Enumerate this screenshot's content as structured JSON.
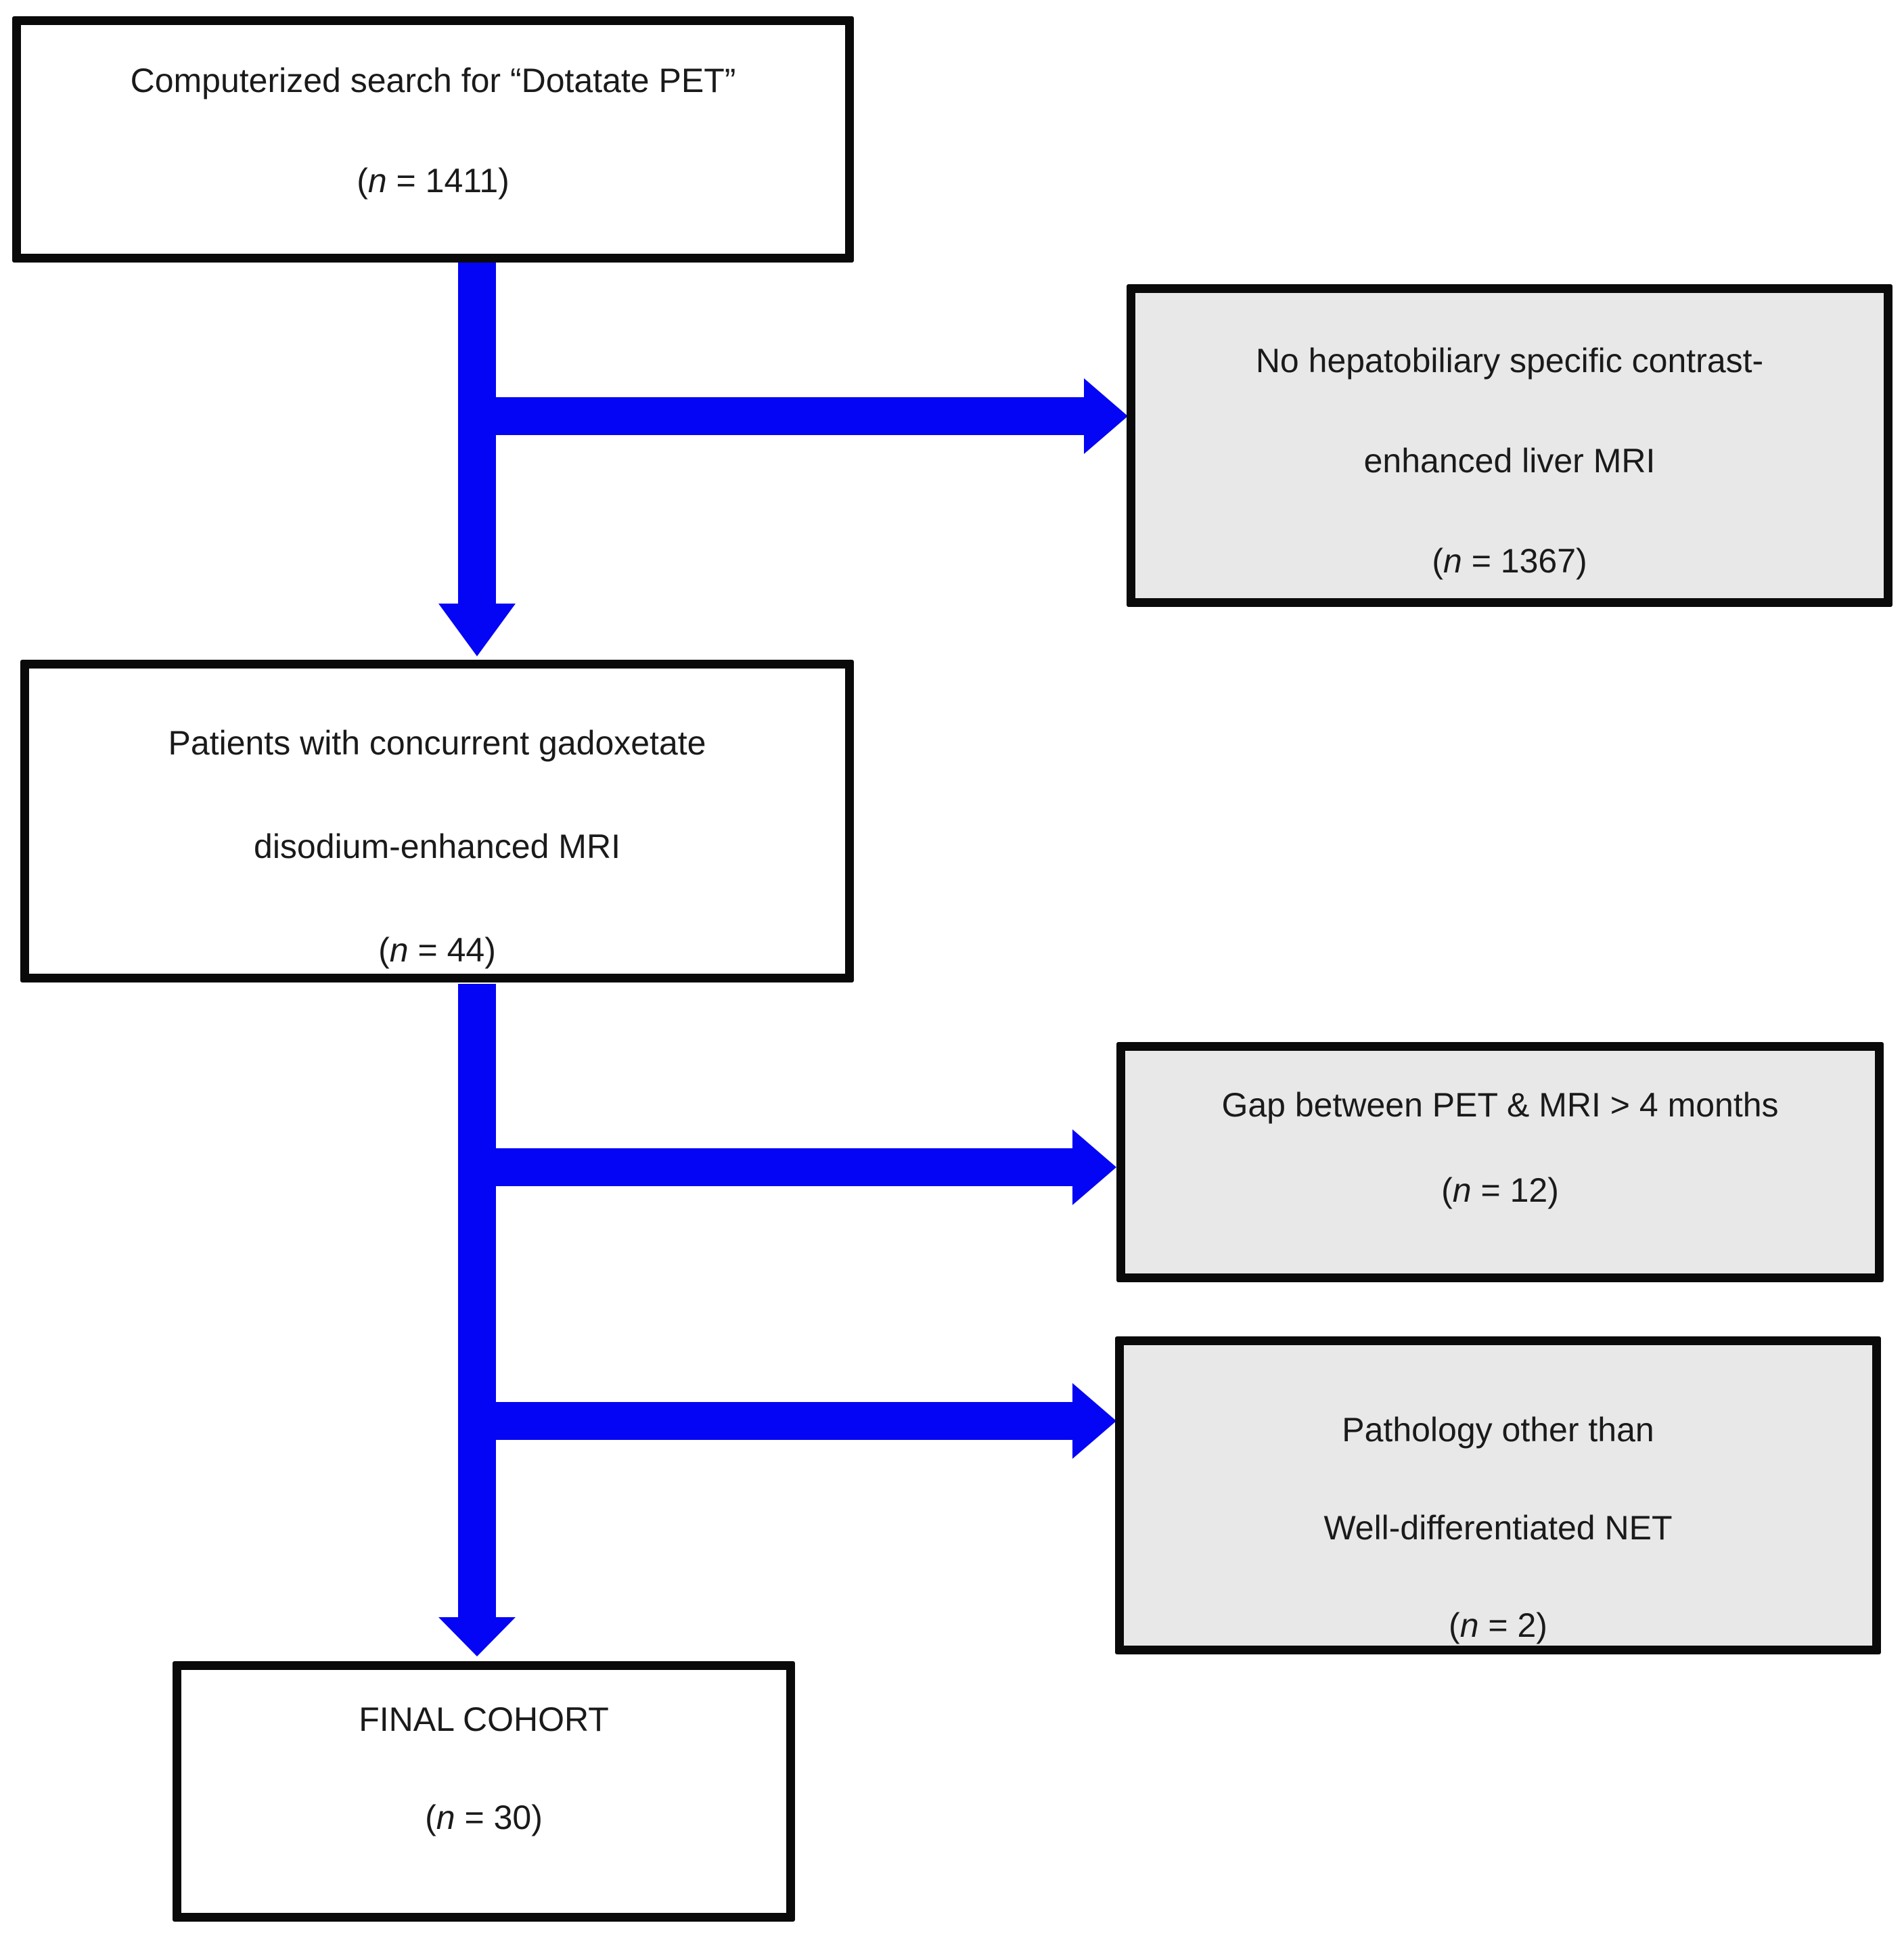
{
  "figure": {
    "kind": "patient-selection-flowchart"
  },
  "colors": {
    "arrow": "#0505f5",
    "box_border": "#0a0a0a",
    "included_box_fill": "#ffffff",
    "excluded_box_fill": "#e8e8e8",
    "text": "#1a1a1a"
  },
  "boxes": {
    "search": {
      "lines": [
        "Computerized search for “Dotatate PET”"
      ],
      "n_text": "(n = 1411)"
    },
    "no_hepatobiliary": {
      "lines": [
        "No hepatobiliary specific contrast-",
        "enhanced liver MRI"
      ],
      "n_text": "(n = 1367)"
    },
    "concurrent_mri": {
      "lines": [
        "Patients with concurrent gadoxetate",
        "disodium-enhanced MRI"
      ],
      "n_text": "(n = 44)"
    },
    "gap": {
      "lines": [
        "Gap between PET & MRI > 4 months"
      ],
      "n_text": "(n = 12)"
    },
    "pathology": {
      "lines": [
        "Pathology other than",
        "Well-differentiated NET"
      ],
      "n_text": "(n = 2)"
    },
    "final_cohort": {
      "lines": [
        "FINAL COHORT"
      ],
      "n_text": "(n = 30)"
    }
  }
}
